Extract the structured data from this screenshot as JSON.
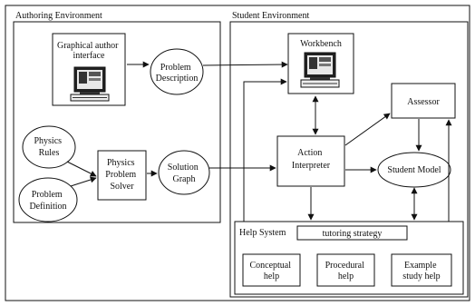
{
  "sections": {
    "authoring": "Authoring Environment",
    "student": "Student Environment"
  },
  "nodes": {
    "graphical_author_interface": [
      "Graphical author",
      "interface"
    ],
    "problem_description": [
      "Problem",
      "Description"
    ],
    "physics_rules": [
      "Physics",
      "Rules"
    ],
    "physics_problem_solver": [
      "Physics",
      "Problem",
      "Solver"
    ],
    "problem_definition": [
      "Problem",
      "Definition"
    ],
    "solution_graph": [
      "Solution",
      "Graph"
    ],
    "workbench": [
      "Workbench"
    ],
    "assessor": [
      "Assessor"
    ],
    "action_interpreter": [
      "Action",
      "Interpreter"
    ],
    "student_model": [
      "Student Model"
    ],
    "help_system": [
      "Help System"
    ],
    "tutoring_strategy": [
      "tutoring strategy"
    ],
    "conceptual_help": [
      "Conceptual",
      "help"
    ],
    "procedural_help": [
      "Procedural",
      "help"
    ],
    "example_study_help": [
      "Example",
      "study help"
    ]
  },
  "icons": {
    "author_computer": "computer-icon",
    "workbench_computer": "computer-icon"
  }
}
